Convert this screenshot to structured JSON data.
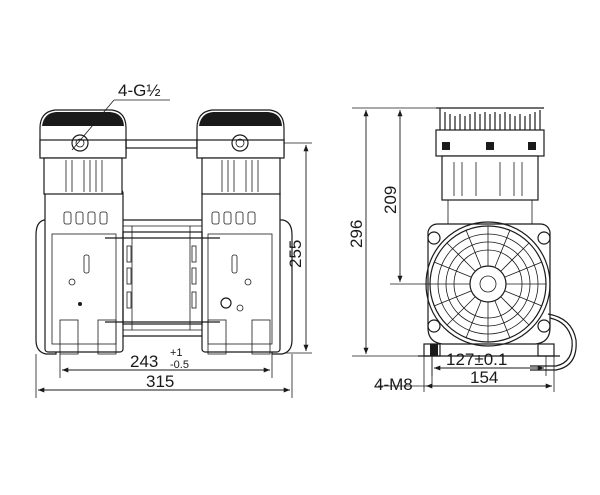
{
  "drawing": {
    "front_view": {
      "port_label": "4-G½",
      "height_label": "255",
      "inner_width_label": "243",
      "inner_width_tol_plus": "+1",
      "inner_width_tol_minus": "-0.5",
      "overall_width_label": "315"
    },
    "side_view": {
      "overall_height_label": "296",
      "head_height_label": "209",
      "mount_spacing_label": "127±0.1",
      "base_width_label": "154",
      "bolt_label": "4-M8"
    }
  }
}
